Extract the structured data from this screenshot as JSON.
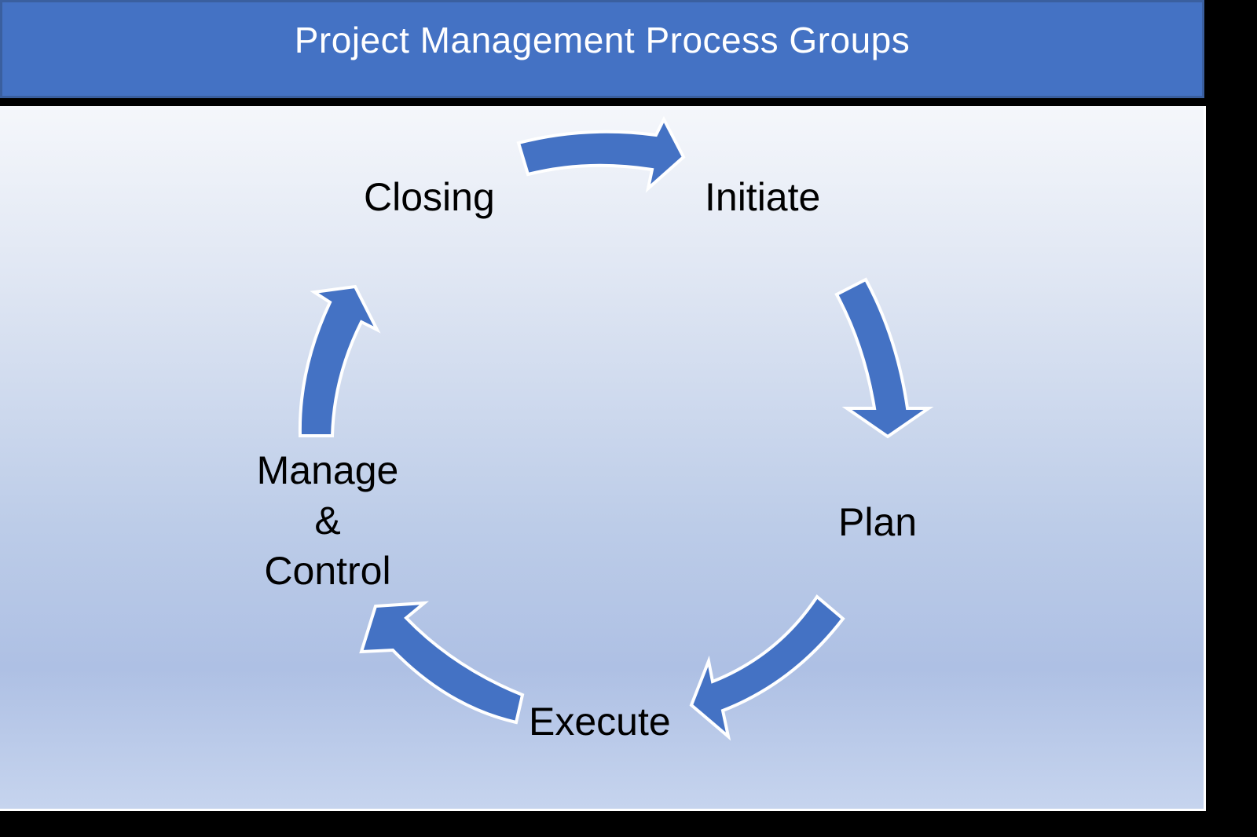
{
  "title": "Project Management Process Groups",
  "colors": {
    "title_bar": "#4472c4",
    "arrow_fill": "#4472c4",
    "arrow_stroke": "#ffffff",
    "background_top": "#f5f7fb",
    "background_bottom": "#aec0e4"
  },
  "cycle": {
    "stages": [
      {
        "id": "initiate",
        "label": "Initiate"
      },
      {
        "id": "plan",
        "label": "Plan"
      },
      {
        "id": "execute",
        "label": "Execute"
      },
      {
        "id": "manage_control",
        "label_lines": [
          "Manage",
          "&",
          "Control"
        ]
      },
      {
        "id": "closing",
        "label": "Closing"
      }
    ],
    "arrows": [
      {
        "from": "closing",
        "to": "initiate"
      },
      {
        "from": "initiate",
        "to": "plan"
      },
      {
        "from": "plan",
        "to": "execute"
      },
      {
        "from": "execute",
        "to": "manage_control"
      },
      {
        "from": "manage_control",
        "to": "closing"
      }
    ]
  }
}
